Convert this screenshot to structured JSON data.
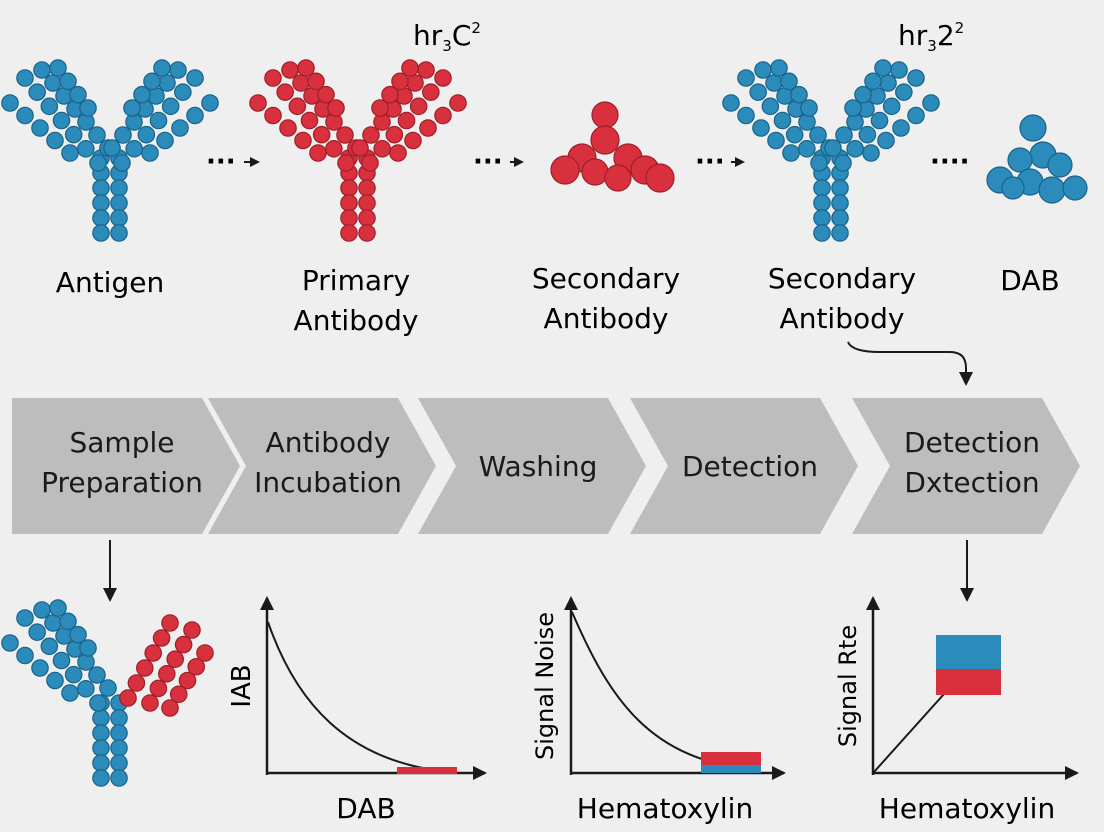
{
  "colors": {
    "background": "#efefef",
    "blue": "#2b8bbb",
    "blue_edge": "#1a6288",
    "red": "#d9303e",
    "red_edge": "#9e1f29",
    "chevron": "#bdbdbd",
    "ink": "#1a1a1a"
  },
  "top_row": {
    "labels": [
      {
        "lines": [
          "Antigen"
        ]
      },
      {
        "lines": [
          "Primary",
          "Antibody"
        ]
      },
      {
        "lines": [
          "Secondary",
          "Antibody"
        ]
      },
      {
        "lines": [
          "Secondary",
          "Antibody"
        ]
      },
      {
        "lines": [
          "DAB"
        ]
      }
    ],
    "superscripts": [
      {
        "base": "hr",
        "sub": "3",
        "tail": "C",
        "sup": "2"
      },
      {
        "base": "hr",
        "sub": "3",
        "tail": "2",
        "sup": "2"
      }
    ],
    "dots": "···"
  },
  "steps": [
    {
      "lines": [
        "Sample",
        "Preparation"
      ]
    },
    {
      "lines": [
        "Antibody",
        "Incubation"
      ]
    },
    {
      "lines": [
        "Washing"
      ]
    },
    {
      "lines": [
        "Detection"
      ]
    },
    {
      "lines": [
        "Detection",
        "Dxtection"
      ]
    }
  ],
  "charts": {
    "chart_data": [
      {
        "type": "line",
        "title": "",
        "xlabel": "DAB",
        "ylabel": "IAB",
        "curve": "decreasing"
      },
      {
        "type": "line",
        "title": "",
        "xlabel": "Hematoxylin",
        "ylabel": "Signal Noise",
        "curve": "decreasing"
      },
      {
        "type": "line",
        "title": "",
        "xlabel": "Hematoxylin",
        "ylabel": "Signal Rte",
        "curve": "increasing"
      }
    ]
  }
}
